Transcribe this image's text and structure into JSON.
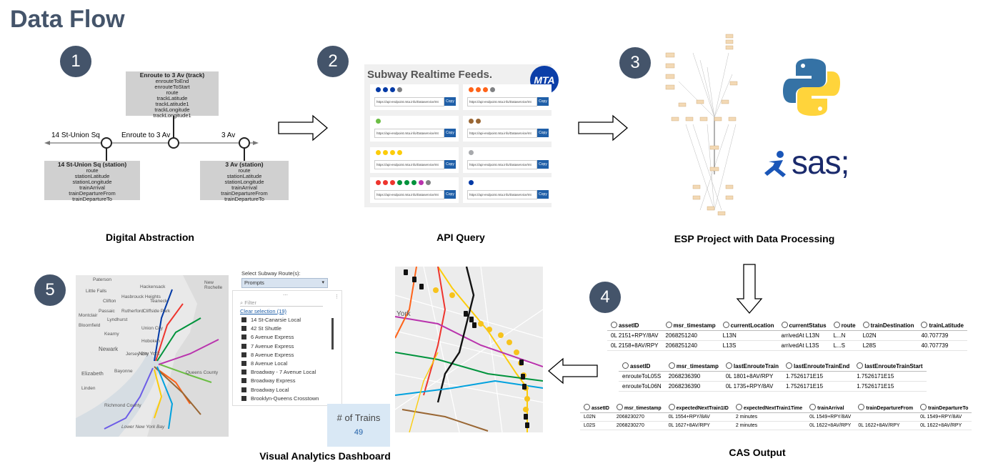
{
  "title": "Data Flow",
  "steps": [
    "1",
    "2",
    "3",
    "4",
    "5"
  ],
  "captions": {
    "s1": "Digital Abstraction",
    "s2": "API Query",
    "s3": "ESP Project with Data Processing",
    "s4": "CAS Output",
    "s5": "Visual Analytics Dashboard"
  },
  "abstraction": {
    "track_title": "Enroute to 3 Av (track)",
    "track_fields": [
      "enrouteToEnd",
      "enrouteToStart",
      "route",
      "trackLatitude",
      "trackLatitude1",
      "trackLongitude",
      "trackLongitude1"
    ],
    "left_label": "14 St-Union Sq",
    "mid_label": "Enroute to 3 Av",
    "right_label": "3 Av",
    "station1_title": "14 St-Union Sq (station)",
    "station1_fields": [
      "route",
      "stationLatitude",
      "stationLongitude",
      "trainArrival",
      "trainDepartureFrom",
      "trainDepartureTo"
    ],
    "station2_title": "3 Av (station)",
    "station2_fields": [
      "route",
      "stationLatitude",
      "stationLongitude",
      "trainArrival",
      "trainDepartureFrom",
      "trainDepartureTo"
    ]
  },
  "api": {
    "heading": "Subway Realtime Feeds.",
    "logo": "MTA",
    "url": "https://api-endpoint.mta.info/Dataservice/mt",
    "copy_label": "Copy",
    "cards": [
      {
        "lines": [
          "A",
          "C",
          "E",
          "H"
        ],
        "colors": [
          "#0039a6",
          "#0039a6",
          "#0039a6",
          "#808183"
        ]
      },
      {
        "lines": [
          "B",
          "D",
          "F",
          "M"
        ],
        "colors": [
          "#ff6319",
          "#ff6319",
          "#ff6319",
          "#808183"
        ]
      },
      {
        "lines": [
          "G"
        ],
        "colors": [
          "#6cbe45"
        ]
      },
      {
        "lines": [
          "J",
          "Z"
        ],
        "colors": [
          "#996633",
          "#996633"
        ]
      },
      {
        "lines": [
          "N",
          "Q",
          "R",
          "W"
        ],
        "colors": [
          "#fccc0a",
          "#fccc0a",
          "#fccc0a",
          "#fccc0a"
        ]
      },
      {
        "lines": [
          "L"
        ],
        "colors": [
          "#a7a9ac"
        ]
      },
      {
        "lines": [
          "1",
          "2",
          "3",
          "4",
          "5",
          "6",
          "7",
          "S"
        ],
        "colors": [
          "#ee352e",
          "#ee352e",
          "#ee352e",
          "#00933c",
          "#00933c",
          "#00933c",
          "#b933ad",
          "#808183"
        ]
      },
      {
        "lines": [
          "SIR"
        ],
        "colors": [
          "#0039a6"
        ]
      }
    ]
  },
  "esp": {
    "python_logo": "python-logo",
    "sas_logo": "sas;"
  },
  "cas": {
    "table1": {
      "headers": [
        "assetID",
        "msr_timestamp",
        "currentLocation",
        "currentStatus",
        "route",
        "trainDestination",
        "trainLatitude"
      ],
      "rows": [
        [
          "0L 2151+RPY/8AV",
          "2068251240",
          "L13N",
          "arrivedAt L13N",
          "L...N",
          "L02N",
          "40.707739"
        ],
        [
          "0L 2158+8AV/RPY",
          "2068251240",
          "L13S",
          "arrivedAt L13S",
          "L...S",
          "L28S",
          "40.707739"
        ]
      ]
    },
    "table2": {
      "headers": [
        "assetID",
        "msr_timestamp",
        "lastEnrouteTrain",
        "lastEnrouteTrainEnd",
        "lastEnrouteTrainStart"
      ],
      "rows": [
        [
          "enrouteToL05S",
          "2068236390",
          "0L 1801+8AV/RPY",
          "1.7526171E15",
          "1.7526171E15"
        ],
        [
          "enrouteToL06N",
          "2068236390",
          "0L 1735+RPY/8AV",
          "1.7526171E15",
          "1.7526171E15"
        ]
      ]
    },
    "table3": {
      "headers": [
        "assetID",
        "msr_timestamp",
        "expectedNextTrain1ID",
        "expectedNextTrain1Time",
        "trainArrival",
        "trainDepartureFrom",
        "trainDepartureTo"
      ],
      "rows": [
        [
          "L02N",
          "2068230270",
          "0L 1554+RPY/8AV",
          "2 minutes",
          "0L 1549+RPY/8AV",
          "",
          "0L 1549+RPY/8AV"
        ],
        [
          "L02S",
          "2068230270",
          "0L 1627+8AV/RPY",
          "2 minutes",
          "0L 1622+8AV/RPY",
          "0L 1622+8AV/RPY",
          "0L 1622+8AV/RPY"
        ]
      ]
    }
  },
  "dashboard": {
    "select_label": "Select Subway Route(s):",
    "select_value": "Prompts",
    "filter_placeholder": "Filter",
    "clear_label": "Clear selection (19)",
    "routes": [
      "14 St-Canarsie Local",
      "42 St Shuttle",
      "6 Avenue Express",
      "7 Avenue Express",
      "8 Avenue Express",
      "8 Avenue Local",
      "Broadway - 7 Avenue Local",
      "Broadway Express",
      "Broadway Local",
      "Brooklyn-Queens Crosstown"
    ],
    "kpi_label": "# of Trains",
    "kpi_value": "49",
    "map_labels": [
      "Paterson",
      "Hackensack",
      "New Rochelle",
      "Little Falls",
      "Clifton",
      "Hasbrouck Heights",
      "Teaneck",
      "Passaic",
      "Rutherford",
      "Lyndhurst",
      "Montclair",
      "Cliffside Park",
      "Bloomfield",
      "Union City",
      "Kearny",
      "Newark",
      "Jersey City",
      "Hoboken",
      "New York",
      "Elizabeth",
      "Bayonne",
      "Linden",
      "Queens County",
      "Lower New York Bay",
      "Richmond County"
    ],
    "zoom_labels": [
      "York"
    ]
  }
}
